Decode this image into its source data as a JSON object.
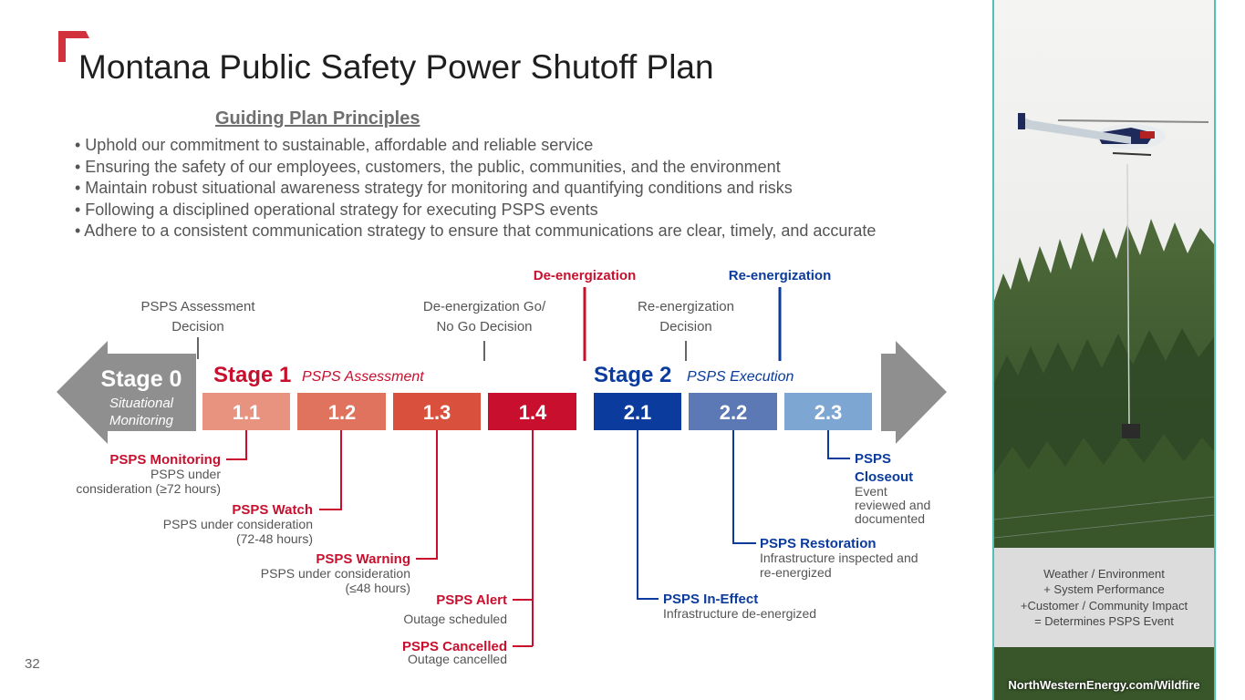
{
  "title": "Montana Public Safety Power Shutoff Plan",
  "principles": {
    "heading": "Guiding Plan Principles",
    "items": [
      "• Uphold our commitment to sustainable, affordable and reliable service",
      "• Ensuring the safety of our employees, customers, the public, communities, and the environment",
      "• Maintain robust situational awareness strategy for monitoring and quantifying conditions and risks",
      "• Following a disciplined operational strategy for executing PSPS events",
      "• Adhere to a consistent communication strategy to ensure that communications are clear, timely, and accurate"
    ]
  },
  "diagram": {
    "top_labels": {
      "deenergization": "De-energization",
      "reenergization": "Re-energization"
    },
    "decisions": {
      "assessment": [
        "PSPS Assessment",
        "Decision"
      ],
      "go_nogo": [
        "De-energization Go/",
        "No Go Decision"
      ],
      "reenergization": [
        "Re-energization",
        "Decision"
      ]
    },
    "stage0": {
      "title": "Stage 0",
      "subtitle": [
        "Situational",
        "Monitoring"
      ]
    },
    "stage1": {
      "title": "Stage 1",
      "subtitle": "PSPS Assessment"
    },
    "stage2": {
      "title": "Stage 2",
      "subtitle": "PSPS Execution"
    },
    "boxes": [
      {
        "label": "1.1",
        "color": "#e8937f"
      },
      {
        "label": "1.2",
        "color": "#e0735e"
      },
      {
        "label": "1.3",
        "color": "#d9503d"
      },
      {
        "label": "1.4",
        "color": "#c8102e"
      },
      {
        "label": "2.1",
        "color": "#0b3b9c"
      },
      {
        "label": "2.2",
        "color": "#5c79b5"
      },
      {
        "label": "2.3",
        "color": "#7ea6d3"
      }
    ],
    "callouts": {
      "monitoring": {
        "title": "PSPS Monitoring",
        "desc": [
          "PSPS under",
          "consideration (≥72 hours)"
        ]
      },
      "watch": {
        "title": "PSPS Watch",
        "desc": [
          "PSPS under consideration",
          "(72-48 hours)"
        ]
      },
      "warning": {
        "title": "PSPS Warning",
        "desc": [
          "PSPS under consideration",
          "(≤48 hours)"
        ]
      },
      "alert": {
        "title": "PSPS Alert",
        "desc": [
          "Outage scheduled"
        ]
      },
      "cancelled": {
        "title": "PSPS Cancelled",
        "desc": [
          "Outage cancelled"
        ]
      },
      "in_effect": {
        "title": "PSPS In-Effect",
        "desc": [
          "Infrastructure de-energized"
        ]
      },
      "restoration": {
        "title": "PSPS Restoration",
        "desc": [
          "Infrastructure inspected and",
          "re-energized"
        ]
      },
      "closeout": {
        "title": [
          "PSPS",
          "Closeout"
        ],
        "desc": [
          "Event",
          "reviewed and",
          "documented"
        ]
      }
    },
    "colors": {
      "red": "#c8102e",
      "blue": "#0b3b9c",
      "gray_arrow": "#8f8f8f"
    }
  },
  "sidebar": {
    "formula": [
      "Weather / Environment",
      "+ System Performance",
      "+Customer / Community Impact",
      "= Determines PSPS Event"
    ],
    "url": "NorthWesternEnergy.com/Wildfire"
  },
  "page_number": "32"
}
